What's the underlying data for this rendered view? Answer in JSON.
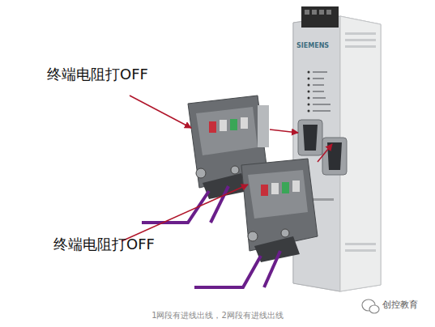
{
  "diagram": {
    "caption": "1网段有进线出线，2网段有进线出线",
    "labels": [
      "终端电阻打OFF",
      "终端电阻打OFF",
      "SIEMENS",
      "创控教育"
    ]
  }
}
